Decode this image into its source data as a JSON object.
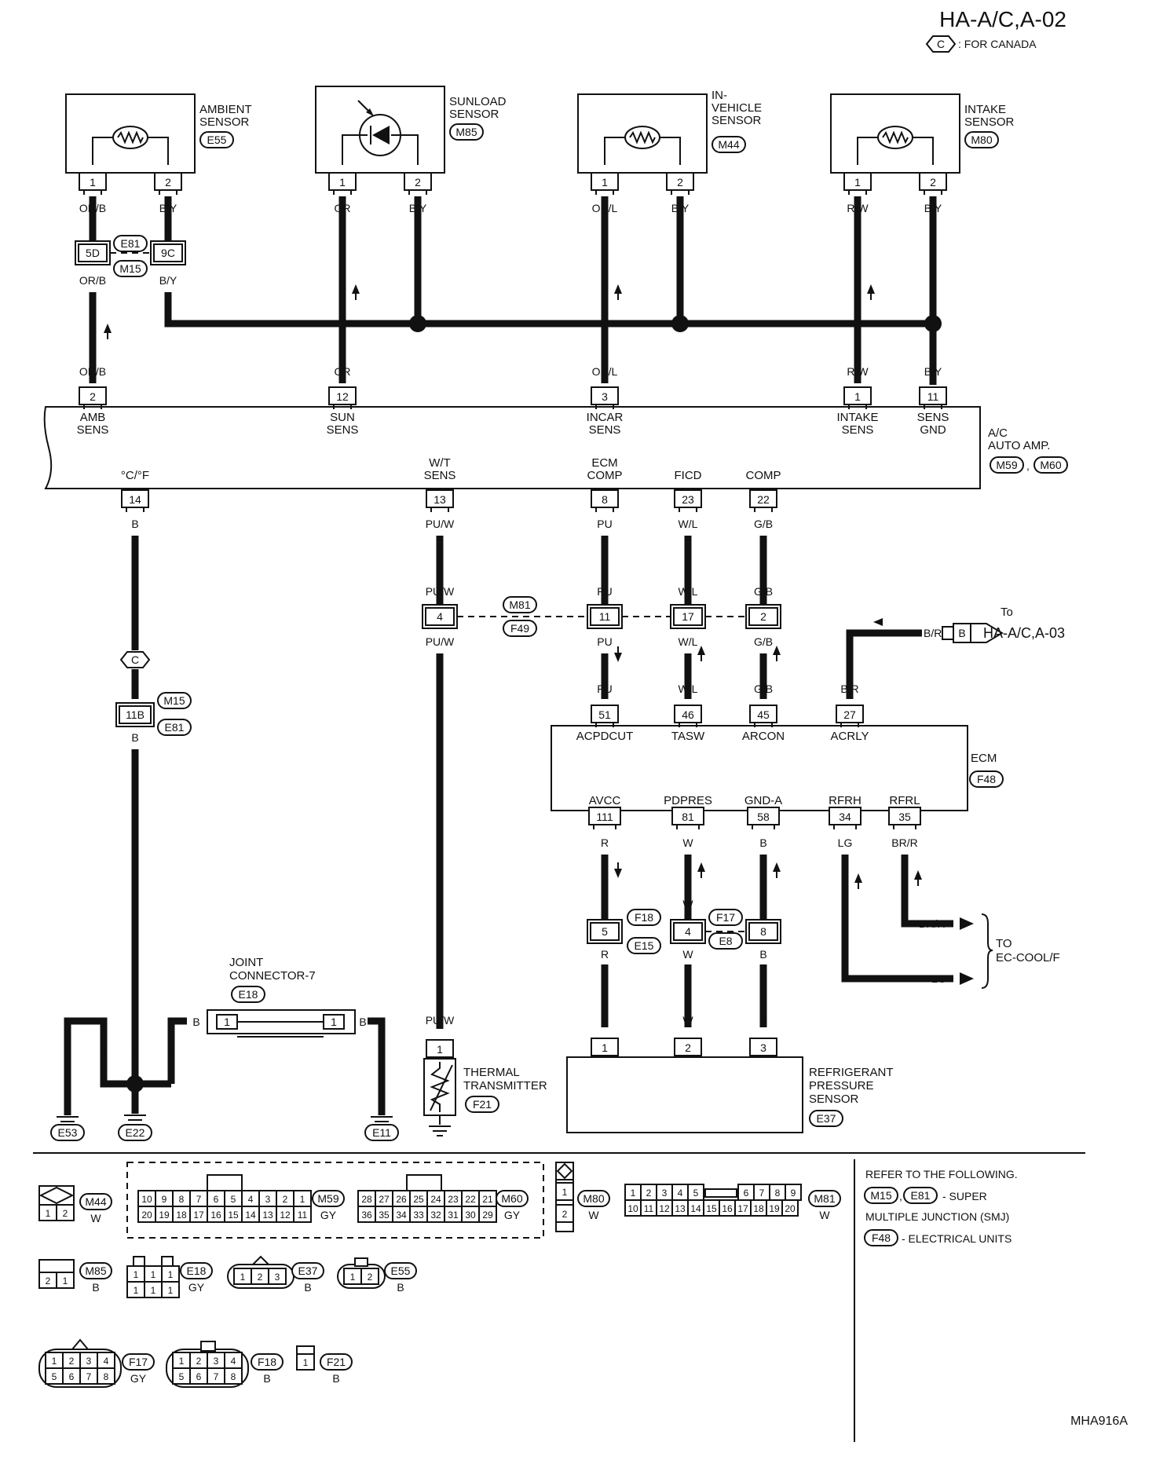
{
  "header": {
    "page_id": "HA-A/C,A-02",
    "canada_symbol": "C",
    "canada_note": ": FOR CANADA",
    "figure_code": "MHA916A"
  },
  "sensors": [
    {
      "name_lines": [
        "AMBIENT",
        "SENSOR"
      ],
      "connector": "E55",
      "pins": [
        "1",
        "2"
      ],
      "wires": [
        "OR/B",
        "B/Y"
      ]
    },
    {
      "name_lines": [
        "SUNLOAD",
        "SENSOR"
      ],
      "connector": "M85",
      "pins": [
        "1",
        "2"
      ],
      "wires": [
        "OR",
        "B/Y"
      ]
    },
    {
      "name_lines": [
        "IN-",
        "VEHICLE",
        "SENSOR"
      ],
      "connector": "M44",
      "pins": [
        "1",
        "2"
      ],
      "wires": [
        "OR/L",
        "B/Y"
      ]
    },
    {
      "name_lines": [
        "INTAKE",
        "SENSOR"
      ],
      "connector": "M80",
      "pins": [
        "1",
        "2"
      ],
      "wires": [
        "R/W",
        "B/Y"
      ]
    }
  ],
  "ambient_junction": {
    "pins": [
      "5D",
      "9C"
    ],
    "connectors": [
      "E81",
      "M15"
    ],
    "wires_below": [
      "OR/B",
      "B/Y"
    ]
  },
  "auto_amp": {
    "name_lines": [
      "A/C",
      "AUTO AMP."
    ],
    "connectors": [
      "M59",
      "M60"
    ],
    "separator": ",",
    "top_pins": [
      {
        "wire": "OR/B",
        "pin": "2",
        "label": [
          "AMB",
          "SENS"
        ]
      },
      {
        "wire": "OR",
        "pin": "12",
        "label": [
          "SUN",
          "SENS"
        ]
      },
      {
        "wire": "OR/L",
        "pin": "3",
        "label": [
          "INCAR",
          "SENS"
        ]
      },
      {
        "wire": "R/W",
        "pin": "1",
        "label": [
          "INTAKE",
          "SENS"
        ]
      },
      {
        "wire": "B/Y",
        "pin": "11",
        "label": [
          "SENS",
          "GND"
        ]
      }
    ],
    "bottom_pins": [
      {
        "label": [
          "°C/°F"
        ],
        "pin": "14",
        "wire": "B"
      },
      {
        "label": [
          "W/T",
          "SENS"
        ],
        "pin": "13",
        "wire": "PU/W"
      },
      {
        "label": [
          "ECM",
          "COMP"
        ],
        "pin": "8",
        "wire": "PU"
      },
      {
        "label": [
          "FICD"
        ],
        "pin": "23",
        "wire": "W/L"
      },
      {
        "label": [
          "COMP"
        ],
        "pin": "22",
        "wire": "G/B"
      }
    ]
  },
  "mid_junction": {
    "pins": [
      "4",
      "11",
      "17",
      "2"
    ],
    "connectors": [
      "M81",
      "F49"
    ],
    "wires_above": [
      "PU/W",
      "PU",
      "W/L",
      "G/B"
    ],
    "wires_below": [
      "PU/W",
      "PU",
      "W/L",
      "G/B"
    ]
  },
  "canada_branch": {
    "symbol": "C",
    "wire_above": "B",
    "pin": "11B",
    "connectors": [
      "M15",
      "E81"
    ],
    "wire_below": "B"
  },
  "to_ha_a03": {
    "to": "To",
    "target": "HA-A/C,A-03",
    "wire": "B/R",
    "connector_letter": "B"
  },
  "ecm": {
    "name": "ECM",
    "connector": "F48",
    "top_pins": [
      {
        "wire": "PU",
        "pin": "51",
        "label": "ACPDCUT"
      },
      {
        "wire": "W/L",
        "pin": "46",
        "label": "TASW"
      },
      {
        "wire": "G/B",
        "pin": "45",
        "label": "ARCON"
      },
      {
        "wire": "B/R",
        "pin": "27",
        "label": "ACRLY"
      }
    ],
    "bottom_pins": [
      {
        "label": "AVCC",
        "pin": "111",
        "wire": "R"
      },
      {
        "label": "PDPRES",
        "pin": "81",
        "wire": "W"
      },
      {
        "label": "GND-A",
        "pin": "58",
        "wire": "B"
      },
      {
        "label": "RFRH",
        "pin": "34",
        "wire": "LG"
      },
      {
        "label": "RFRL",
        "pin": "35",
        "wire": "BR/R"
      }
    ]
  },
  "ec_cool": {
    "wires": [
      "BR/R",
      "LG"
    ],
    "to": "TO",
    "target": "EC-COOL/F"
  },
  "low_junction": {
    "pins": [
      "5",
      "4",
      "8"
    ],
    "connectors": [
      "F18",
      "E15",
      "F17",
      "E8"
    ],
    "wires_above": [
      "R",
      "W",
      "B"
    ],
    "wires_below": [
      "R",
      "W",
      "B"
    ]
  },
  "refrigerant_sensor": {
    "name_lines": [
      "REFRIGERANT",
      "PRESSURE",
      "SENSOR"
    ],
    "connector": "E37",
    "pins": [
      "1",
      "2",
      "3"
    ],
    "wires": [
      "R",
      "W",
      "B"
    ]
  },
  "joint_connector": {
    "name_lines": [
      "JOINT",
      "CONNECTOR-7"
    ],
    "connector": "E18",
    "pins": [
      "1",
      "1"
    ],
    "wire": "B"
  },
  "grounds": {
    "wire": "B",
    "names": [
      "E53",
      "E22",
      "E11"
    ]
  },
  "thermal": {
    "wire": "PU/W",
    "pin": "1",
    "name_lines": [
      "THERMAL",
      "TRANSMITTER"
    ],
    "connector": "F21"
  },
  "refer": {
    "lines": [
      "REFER TO THE FOLLOWING.",
      "- SUPER",
      "MULTIPLE JUNCTION (SMJ)",
      "- ELECTRICAL UNITS"
    ],
    "super_connectors": [
      "M15",
      "E81"
    ],
    "units_connector": "F48",
    "separator": ","
  },
  "face_views": [
    {
      "code": "M44",
      "color": "W",
      "pins": [
        "1",
        "2"
      ]
    },
    {
      "code": "M59",
      "color": "GY",
      "pins": [
        "10",
        "9",
        "8",
        "7",
        "6",
        "5",
        "4",
        "3",
        "2",
        "1",
        "20",
        "19",
        "18",
        "17",
        "16",
        "15",
        "14",
        "13",
        "12",
        "11"
      ]
    },
    {
      "code": "M60",
      "color": "GY",
      "pins": [
        "28",
        "27",
        "26",
        "25",
        "24",
        "23",
        "22",
        "21",
        "36",
        "35",
        "34",
        "33",
        "32",
        "31",
        "30",
        "29"
      ]
    },
    {
      "code": "M80",
      "color": "W",
      "pins": [
        "1",
        "2"
      ]
    },
    {
      "code": "M81",
      "color": "W",
      "pins": [
        "1",
        "2",
        "3",
        "4",
        "5",
        "6",
        "7",
        "8",
        "9",
        "10",
        "11",
        "12",
        "13",
        "14",
        "15",
        "16",
        "17",
        "18",
        "19",
        "20"
      ]
    },
    {
      "code": "M85",
      "color": "B",
      "pins": [
        "2",
        "1"
      ]
    },
    {
      "code": "E18",
      "color": "GY",
      "pins": [
        "1",
        "1",
        "1",
        "1",
        "1",
        "1"
      ]
    },
    {
      "code": "E37",
      "color": "B",
      "pins": [
        "1",
        "2",
        "3"
      ]
    },
    {
      "code": "E55",
      "color": "B",
      "pins": [
        "1",
        "2"
      ]
    },
    {
      "code": "F17",
      "color": "GY",
      "pins": [
        "1",
        "2",
        "3",
        "4",
        "5",
        "6",
        "7",
        "8"
      ]
    },
    {
      "code": "F18",
      "color": "B",
      "pins": [
        "1",
        "2",
        "3",
        "4",
        "5",
        "6",
        "7",
        "8"
      ]
    },
    {
      "code": "F21",
      "color": "B",
      "pins": [
        "1"
      ]
    }
  ]
}
